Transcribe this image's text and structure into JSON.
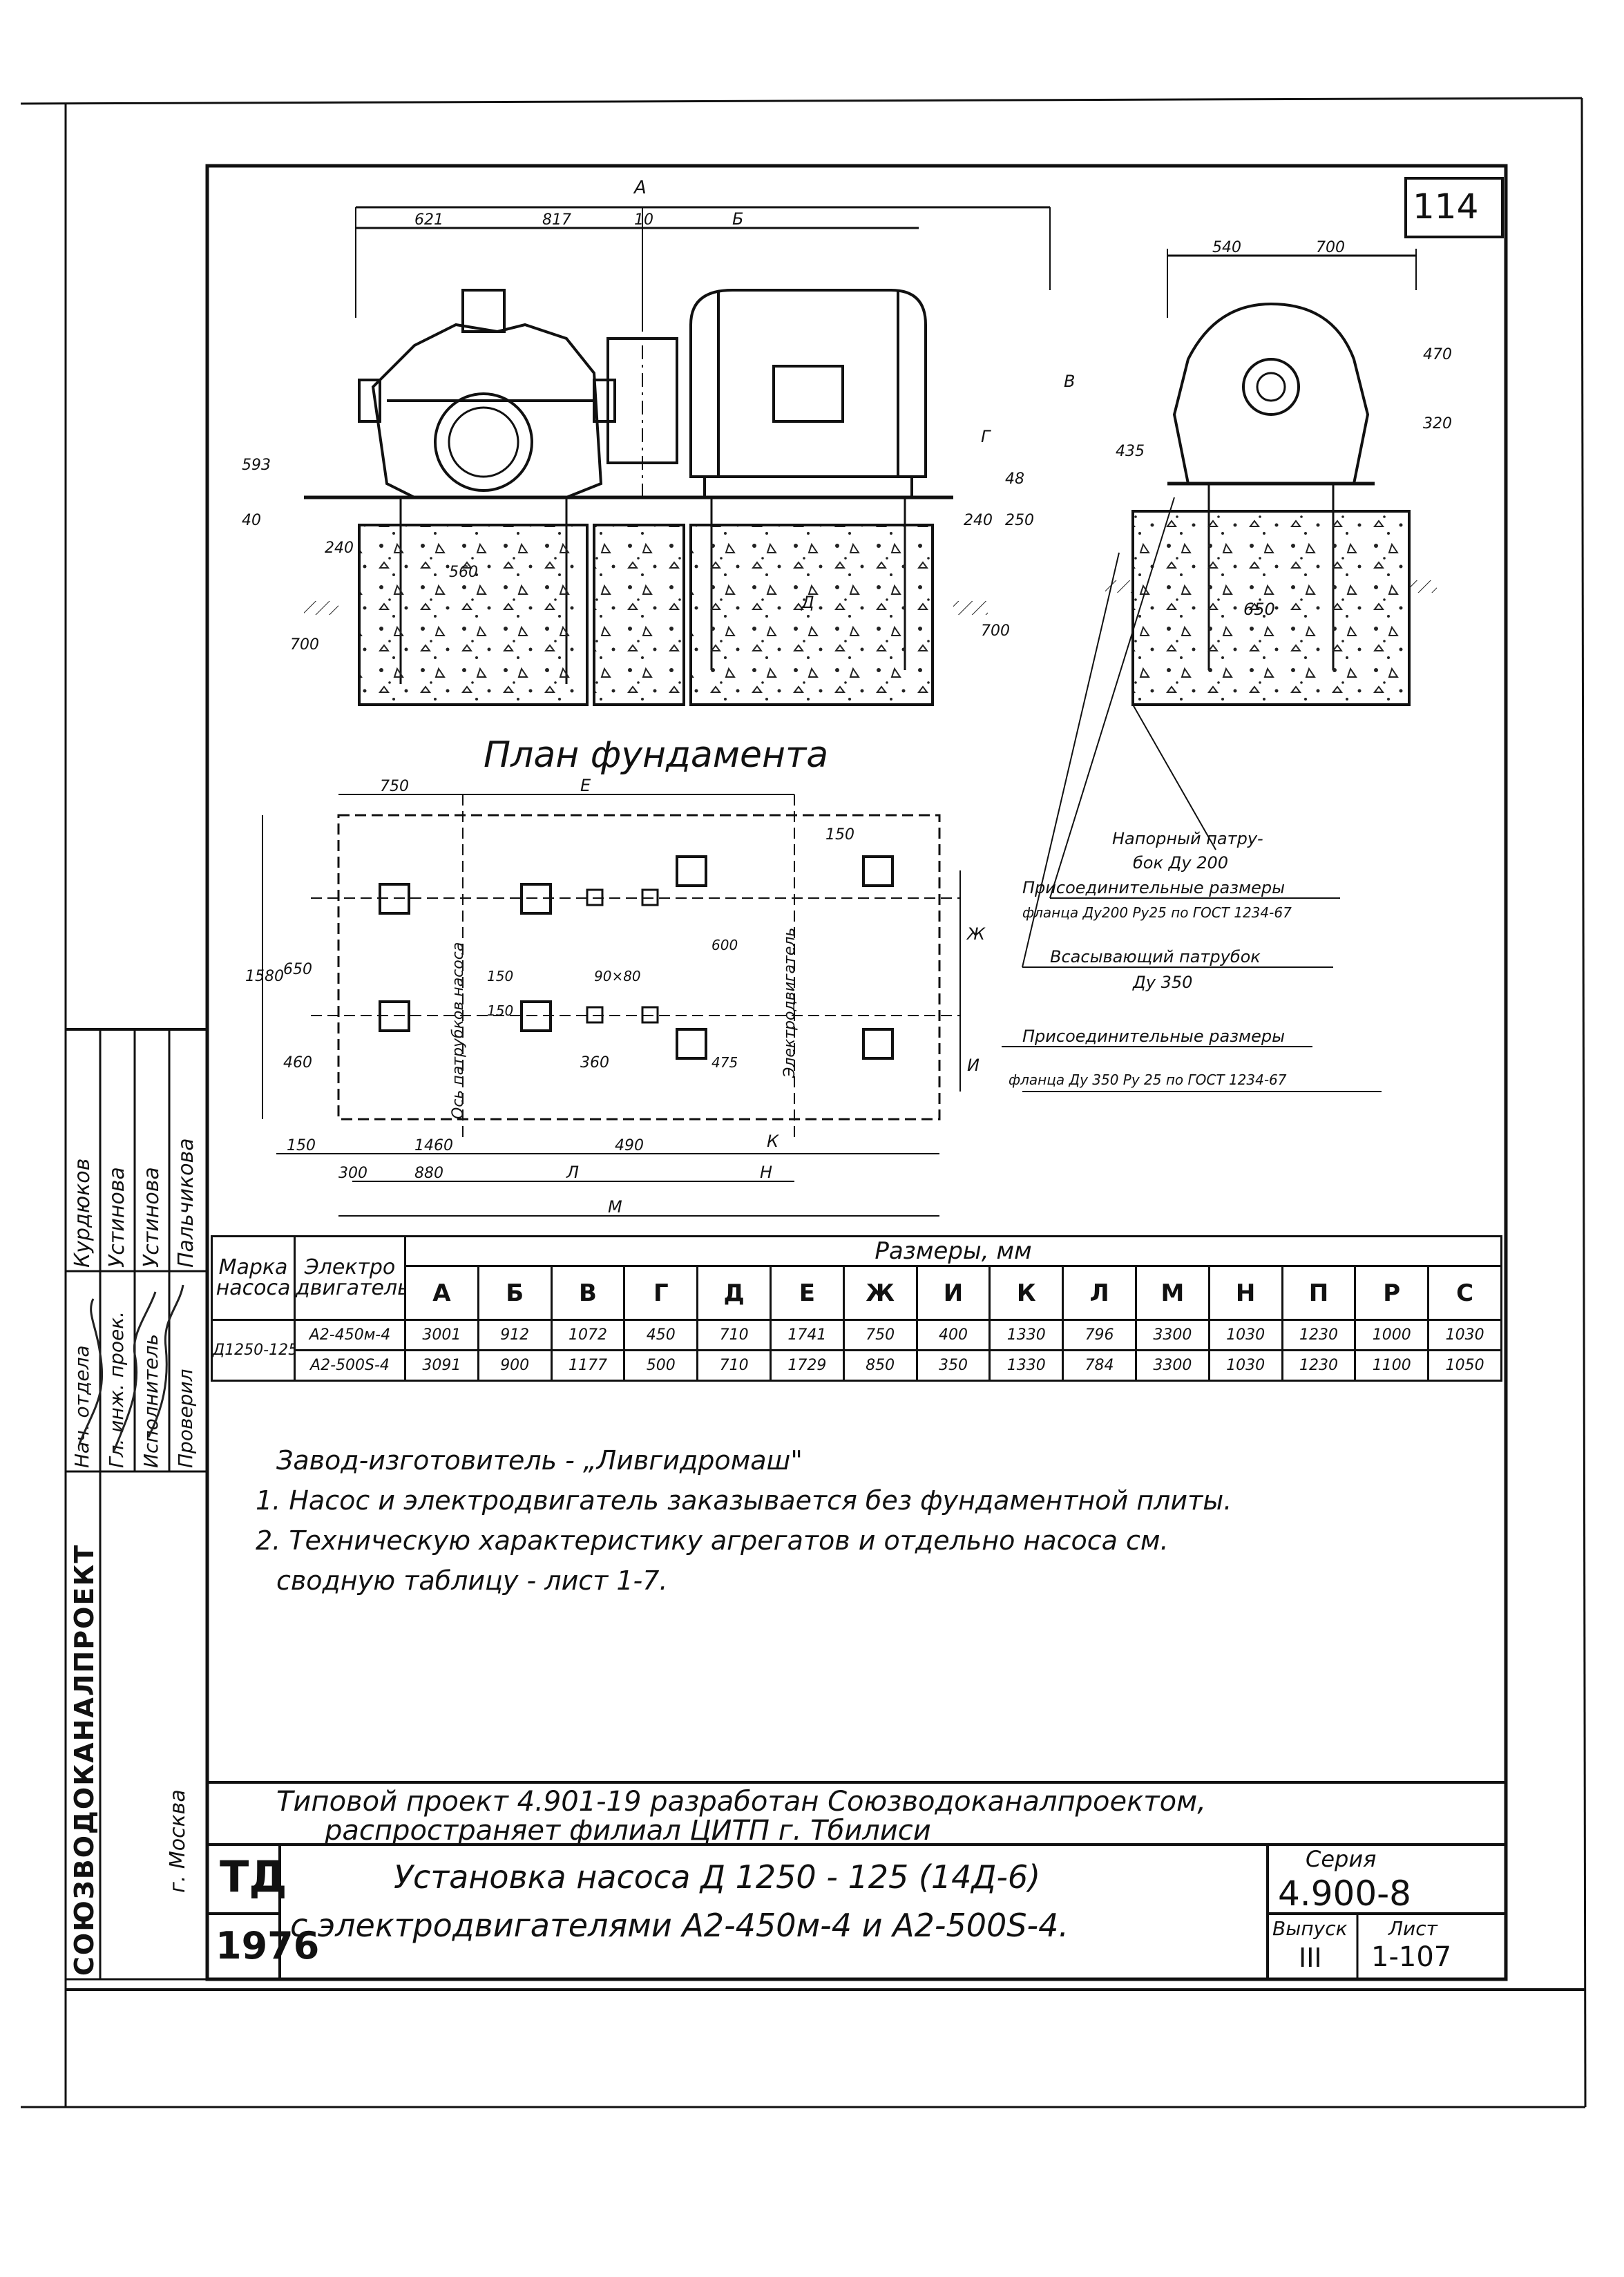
{
  "sheet_no": "114",
  "drawing": {
    "top_dims": [
      "A",
      "621",
      "817",
      "10",
      "Б"
    ],
    "side_dims": [
      "540",
      "700",
      "470",
      "320",
      "435"
    ],
    "elev_left": [
      "593",
      "40",
      "240",
      "700",
      "560"
    ],
    "elev_right": [
      "240",
      "250",
      "48",
      "700",
      "В",
      "Г",
      "Д"
    ],
    "side_foundation": "650",
    "plan_title": "План фундамента",
    "plan_dims": [
      "750",
      "E",
      "150",
      "Ж",
      "1580",
      "650",
      "460",
      "150",
      "150",
      "90×80",
      "360",
      "475",
      "600",
      "И"
    ],
    "plan_vertical_labels": [
      "Ось патрубков насоса",
      "Электродвигатель"
    ],
    "plan_bottom_dims": [
      "150",
      "1460",
      "490",
      "К",
      "300",
      "880",
      "Л",
      "Н",
      "M"
    ],
    "callouts": [
      "Напорный патру-",
      "бок Ду 200",
      "Присоединительные размеры",
      "фланца Ду200 Ру25 по ГОСТ 1234-67",
      "Всасывающий патрубок",
      "Ду 350",
      "Присоединительные размеры",
      "фланца Ду 350 Ру 25 по ГОСТ 1234-67"
    ]
  },
  "table": {
    "col1": "Марка насоса",
    "col2": "Электро двигатель",
    "group_header": "Размеры, мм",
    "columns": [
      "А",
      "Б",
      "В",
      "Г",
      "Д",
      "Е",
      "Ж",
      "И",
      "К",
      "Л",
      "М",
      "Н",
      "П",
      "Р",
      "С"
    ],
    "pump": "Д1250-125",
    "rows": [
      {
        "motor": "А2-450м-4",
        "values": [
          "3001",
          "912",
          "1072",
          "450",
          "710",
          "1741",
          "750",
          "400",
          "1330",
          "796",
          "3300",
          "1030",
          "1230",
          "1000",
          "1030"
        ]
      },
      {
        "motor": "А2-500S-4",
        "values": [
          "3091",
          "900",
          "1177",
          "500",
          "710",
          "1729",
          "850",
          "350",
          "1330",
          "784",
          "3300",
          "1030",
          "1230",
          "1100",
          "1050"
        ]
      }
    ]
  },
  "notes": {
    "maker": "Завод-изготовитель - „Ливгидромаш\"",
    "items": [
      "1. Насос и электродвигатель заказывается без фундаментной плиты.",
      "2. Техническую характеристику агрегатов и отдельно насоса см.",
      "сводную таблицу - лист 1-7."
    ]
  },
  "side_stamp": {
    "roles": [
      "Нач. отдела",
      "Гл. инж. проек.",
      "Исполнитель",
      "Проверил"
    ],
    "names": [
      "Курдюков",
      "Устинова",
      "Устинова",
      "Пальчикова"
    ],
    "org": "СОЮЗВОДОКАНАЛПРОЕКТ",
    "city": "г. Москва"
  },
  "footer": {
    "line1": "Типовой проект 4.901-19 разработан Союзводоканалпроектом,",
    "line2": "распространяет филиал ЦИТП г. Тбилиси",
    "td": "ТД",
    "year": "1976",
    "title1": "Установка насоса Д 1250 - 125 (14Д-6)",
    "title2": "с электродвигателями А2-450м-4 и А2-500S-4.",
    "series_label": "Серия",
    "series": "4.900-8",
    "issue_label": "Выпуск",
    "issue": "III",
    "sheet_label": "Лист",
    "sheet": "1-107"
  }
}
